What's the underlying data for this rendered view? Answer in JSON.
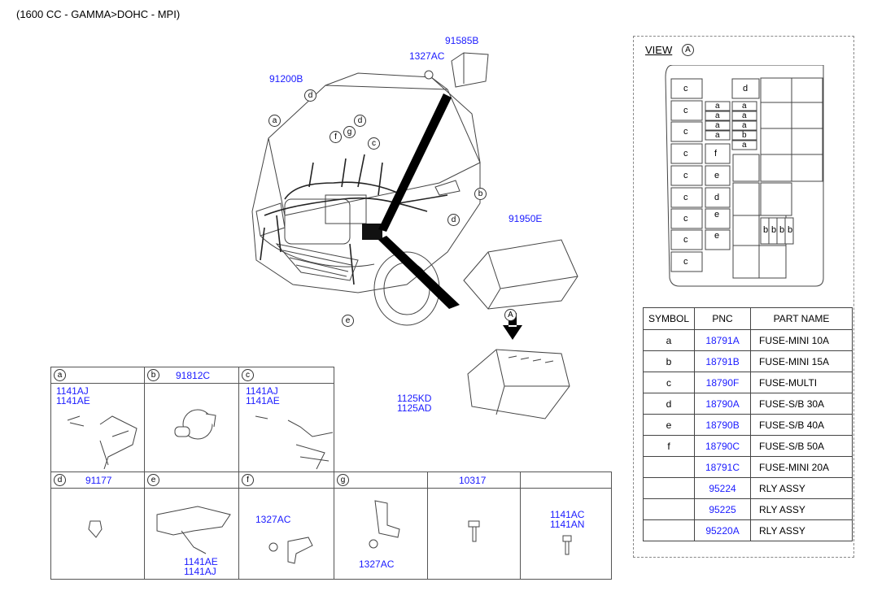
{
  "header": {
    "title": "(1600 CC - GAMMA>DOHC - MPI)"
  },
  "main_diagram": {
    "callouts": {
      "harness": "91200B",
      "relay_box_upper": "91585B",
      "nut_upper": "1327AC",
      "fuse_box_cover": "91950E",
      "bolt_lower": "1125KD",
      "bolt_lower_2": "1125AD"
    },
    "view_marker": "A",
    "symbols": {
      "a": "a",
      "b": "b",
      "c": "c",
      "d1": "d",
      "d2": "d",
      "d3": "d",
      "e": "e",
      "f": "f",
      "g": "g"
    }
  },
  "parts_grid": {
    "cells": [
      {
        "symbol": "a",
        "pnc": "",
        "labels": [
          "1141AJ",
          "1141AE"
        ]
      },
      {
        "symbol": "b",
        "pnc": "91812C",
        "labels": []
      },
      {
        "symbol": "c",
        "pnc": "",
        "labels": [
          "1141AJ",
          "1141AE"
        ]
      },
      {
        "symbol": "d",
        "pnc": "91177",
        "labels": []
      },
      {
        "symbol": "e",
        "pnc": "",
        "labels": [
          "1141AE",
          "1141AJ"
        ]
      },
      {
        "symbol": "f",
        "pnc": "",
        "labels": [
          "1327AC"
        ]
      },
      {
        "symbol": "g",
        "pnc": "",
        "labels": [
          "1327AC"
        ]
      },
      {
        "symbol": "",
        "pnc": "10317",
        "labels": []
      },
      {
        "symbol": "",
        "pnc": "",
        "labels": [
          "1141AC",
          "1141AN"
        ]
      }
    ]
  },
  "view_panel": {
    "title": "VIEW",
    "marker": "A",
    "left_column": [
      "c",
      "c",
      "c",
      "c",
      "c",
      "c",
      "c",
      "c",
      "c"
    ],
    "mid_column": [
      "f",
      "e",
      "d",
      "e",
      "e"
    ],
    "small_a_col1": [
      "a",
      "a",
      "a",
      "a"
    ],
    "small_col2": [
      "a",
      "a",
      "a",
      "b",
      "a"
    ],
    "top_d": "d",
    "b_row": [
      "b",
      "b",
      "b",
      "b"
    ]
  },
  "parts_table": {
    "headers": [
      "SYMBOL",
      "PNC",
      "PART NAME"
    ],
    "rows": [
      {
        "symbol": "a",
        "pnc": "18791A",
        "name": "FUSE-MINI 10A"
      },
      {
        "symbol": "b",
        "pnc": "18791B",
        "name": "FUSE-MINI 15A"
      },
      {
        "symbol": "c",
        "pnc": "18790F",
        "name": "FUSE-MULTI"
      },
      {
        "symbol": "d",
        "pnc": "18790A",
        "name": "FUSE-S/B 30A"
      },
      {
        "symbol": "e",
        "pnc": "18790B",
        "name": "FUSE-S/B 40A"
      },
      {
        "symbol": "f",
        "pnc": "18790C",
        "name": "FUSE-S/B 50A"
      },
      {
        "symbol": "",
        "pnc": "18791C",
        "name": "FUSE-MINI 20A"
      },
      {
        "symbol": "",
        "pnc": "95224",
        "name": "RLY ASSY"
      },
      {
        "symbol": "",
        "pnc": "95225",
        "name": "RLY ASSY"
      },
      {
        "symbol": "",
        "pnc": "95220A",
        "name": "RLY ASSY"
      }
    ]
  }
}
